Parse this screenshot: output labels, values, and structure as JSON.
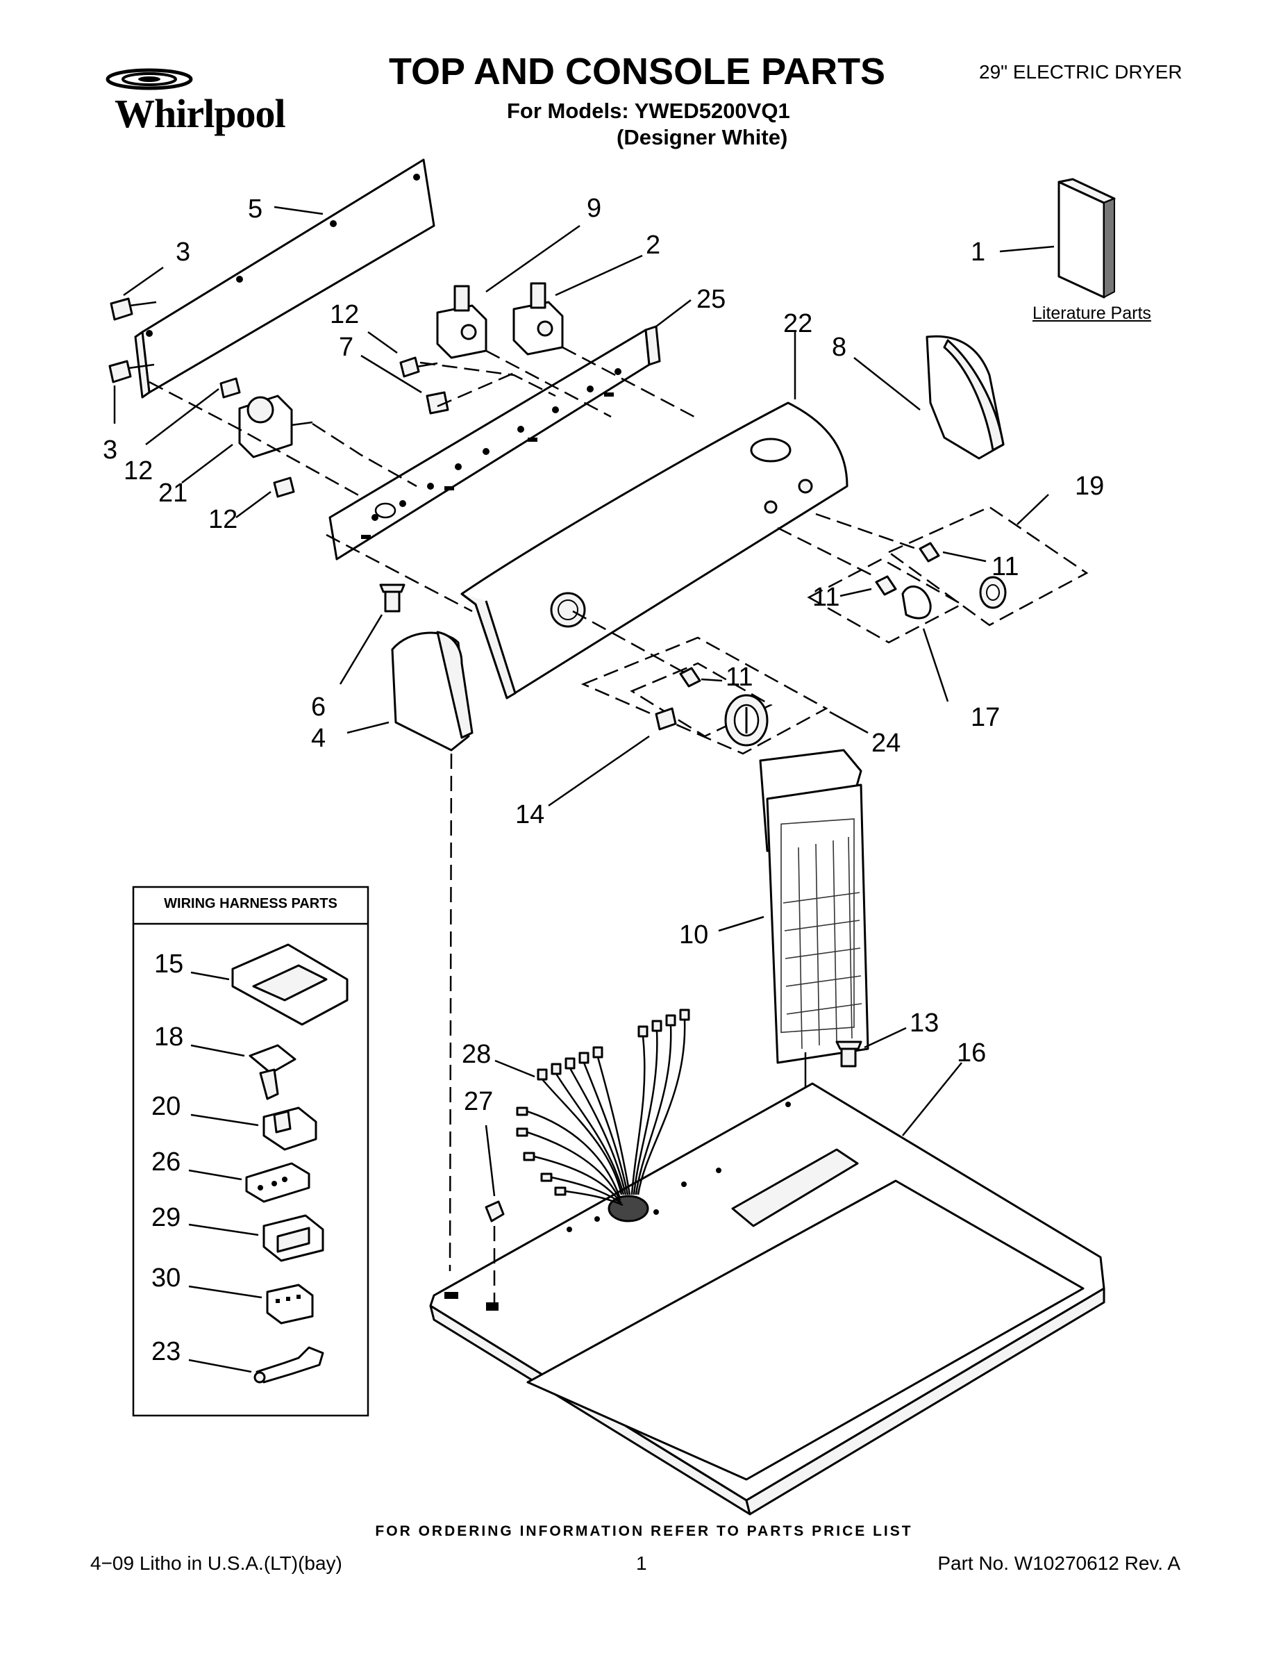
{
  "header": {
    "brand": "Whirlpool",
    "title": "TOP AND CONSOLE PARTS",
    "models_line": "For Models: YWED5200VQ1",
    "color_line": "(Designer White)",
    "appliance": "29\" ELECTRIC DRYER"
  },
  "diagram": {
    "literature_label": "Literature Parts",
    "harness_box_title": "WIRING HARNESS PARTS",
    "callouts": [
      "5",
      "9",
      "2",
      "3",
      "1",
      "12",
      "7",
      "25",
      "22",
      "8",
      "3",
      "12",
      "21",
      "12",
      "19",
      "11",
      "11",
      "11",
      "17",
      "6",
      "4",
      "24",
      "14",
      "10",
      "13",
      "16",
      "28",
      "27",
      "15",
      "18",
      "20",
      "26",
      "29",
      "30",
      "23"
    ]
  },
  "footer": {
    "ordering_note": "FOR ORDERING INFORMATION REFER TO PARTS PRICE LIST",
    "litho": "4−09 Litho in U.S.A.(LT)(bay)",
    "page_number": "1",
    "part_number": "Part No. W10270612 Rev. A"
  }
}
